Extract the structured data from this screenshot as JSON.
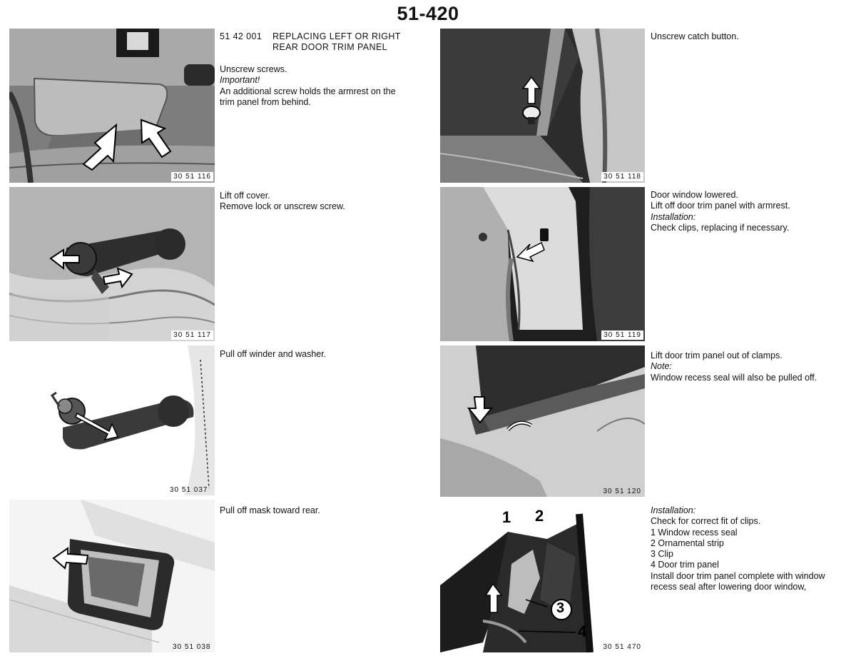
{
  "page_number": "51-420",
  "procedure": {
    "code": "51 42 001",
    "title_line1": "REPLACING LEFT OR RIGHT",
    "title_line2": "REAR DOOR TRIM PANEL"
  },
  "figures": [
    {
      "code": "30 51 116"
    },
    {
      "code": "30 51 117"
    },
    {
      "code": "30 51 037"
    },
    {
      "code": "30 51 038"
    },
    {
      "code": "30 51 118"
    },
    {
      "code": "30 51 119"
    },
    {
      "code": "30 51 120"
    },
    {
      "code": "30 51 470"
    }
  ],
  "steps": {
    "s116": {
      "line1": "Unscrew screws.",
      "line2": "Important!",
      "line3": "An additional screw holds the armrest on the",
      "line4": "trim panel from behind."
    },
    "s117": {
      "line1": "Lift off cover.",
      "line2": "Remove lock or unscrew screw."
    },
    "s037": {
      "line1": "Pull off winder and washer."
    },
    "s038": {
      "line1": "Pull off mask toward rear."
    },
    "s118": {
      "line1": "Unscrew catch button."
    },
    "s119": {
      "line1": "Door window lowered.",
      "line2": "Lift off door trim panel with armrest.",
      "line3": "Installation:",
      "line4": "Check clips, replacing if necessary."
    },
    "s120": {
      "line1": "Lift door trim panel out of clamps.",
      "line2": "Note:",
      "line3": "Window recess seal will also be pulled off."
    },
    "s470": {
      "line1": "Installation:",
      "line2": "Check for correct fit of clips.",
      "line3": "1  Window recess seal",
      "line4": "2  Ornamental strip",
      "line5": "3  Clip",
      "line6": "4  Door trim panel",
      "line7": "Install door trim panel complete with window",
      "line8": "recess seal after lowering door window,"
    }
  },
  "callouts": {
    "c1": "1",
    "c2": "2",
    "c3": "3",
    "c4": "4"
  }
}
